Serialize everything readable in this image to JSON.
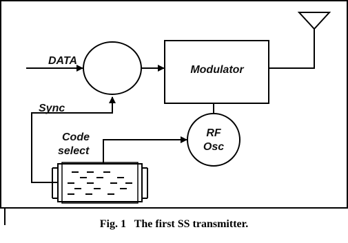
{
  "diagram": {
    "labels": {
      "data_input": "DATA",
      "modulator": "Modulator",
      "sync": "Sync",
      "code_select_line1": "Code",
      "code_select_line2": "select",
      "rf_osc_line1": "RF",
      "rf_osc_line2": "Osc"
    },
    "colors": {
      "stroke": "#000000",
      "background": "#ffffff"
    },
    "icons": {
      "antenna": "antenna-icon",
      "code_drum": "code-drum-icon"
    }
  },
  "caption": {
    "text": "Fig. 1   The first SS transmitter."
  }
}
